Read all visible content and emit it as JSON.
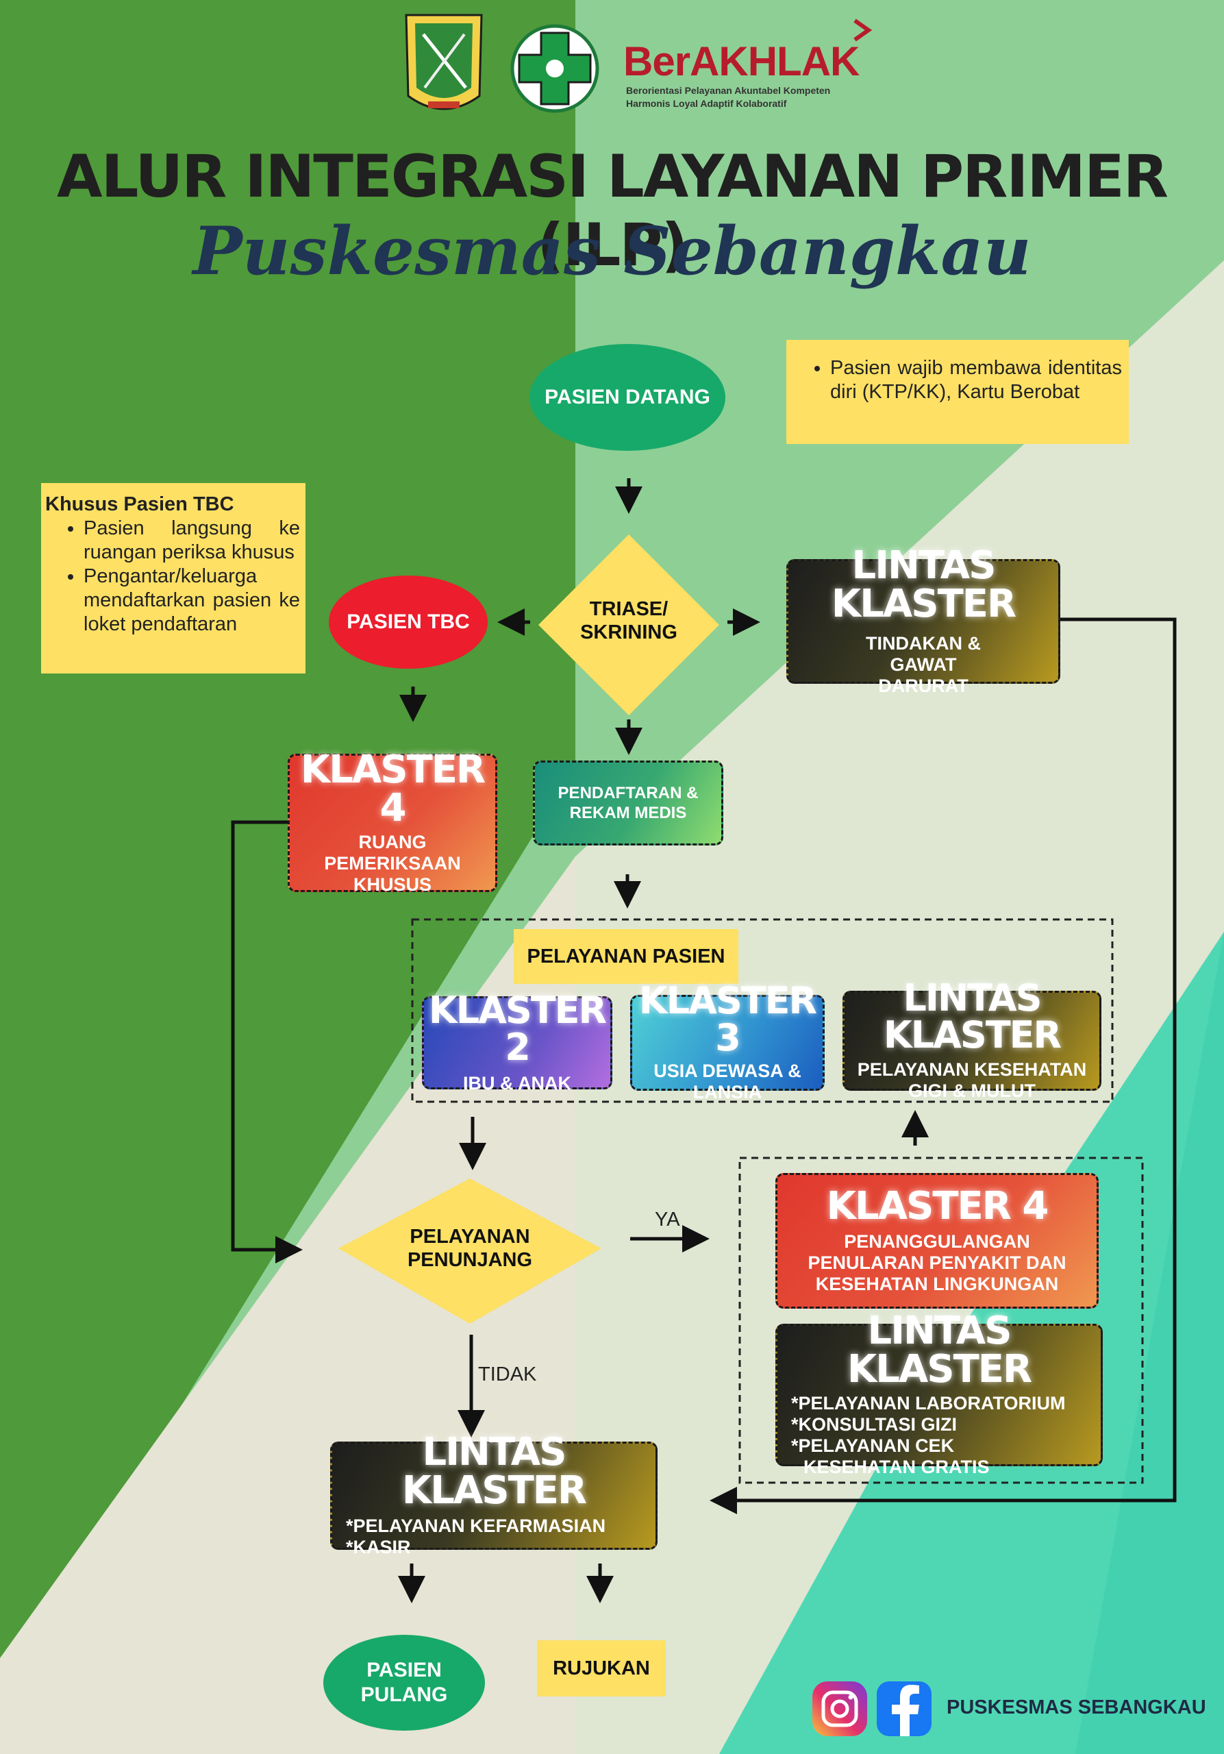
{
  "header": {
    "brand": "BerAKHLAK",
    "brand_tagline_1": "Berorientasi Pelayanan Akuntabel Kompeten",
    "brand_tagline_2": "Harmonis Loyal Adaptif Kolaboratif",
    "title": "ALUR INTEGRASI LAYANAN PRIMER (ILP)",
    "subtitle": "Puskesmas Sebangkau"
  },
  "nodes": {
    "pasien_datang": "PASIEN DATANG",
    "note_identitas": "Pasien wajib membawa identitas diri (KTP/KK), Kartu Berobat",
    "tbc_note": {
      "heading": "Khusus Pasien TBC",
      "items": [
        "Pasien langsung ke ruangan periksa khusus",
        "Pengantar/keluarga mendaftarkan pasien ke loket pendaftaran"
      ]
    },
    "triase": "TRIASE/ SKRINING",
    "pasien_tbc": "PASIEN TBC",
    "lintas_ugd": {
      "title": "LINTAS KLASTER",
      "sub": "TINDAKAN & GAWAT DARURAT"
    },
    "klaster4_khusus": {
      "title": "KLASTER 4",
      "sub": "RUANG PEMERIKSAAN KHUSUS"
    },
    "pendaftaran": "PENDAFTARAN & REKAM MEDIS",
    "pelayanan_pasien": "PELAYANAN PASIEN",
    "klaster2": {
      "title": "KLASTER 2",
      "sub": "IBU & ANAK"
    },
    "klaster3": {
      "title": "KLASTER 3",
      "sub": "USIA DEWASA & LANSIA"
    },
    "lintas_gigi": {
      "title": "LINTAS KLASTER",
      "sub": "PELAYANAN KESEHATAN GIGI & MULUT"
    },
    "pelayanan_penunjang": "PELAYANAN PENUNJANG",
    "ya": "YA",
    "tidak": "TIDAK",
    "klaster4_p2": {
      "title": "KLASTER 4",
      "sub": "PENANGGULANGAN PENULARAN PENYAKIT DAN KESEHATAN LINGKUNGAN"
    },
    "lintas_lab": {
      "title": "LINTAS KLASTER",
      "lines": [
        "*PELAYANAN LABORATORIUM",
        "*KONSULTASI GIZI",
        "*PELAYANAN CEK",
        "KESEHATAN GRATIS"
      ]
    },
    "lintas_farmasi": {
      "title": "LINTAS KLASTER",
      "lines": [
        "*PELAYANAN KEFARMASIAN",
        "*KASIR"
      ]
    },
    "pasien_pulang": "PASIEN PULANG",
    "rujukan": "RUJUKAN"
  },
  "footer": {
    "social_name": "PUSKESMAS SEBANGKAU",
    "icons": [
      "instagram-icon",
      "facebook-icon"
    ]
  },
  "colors": {
    "green_bg": "#4f9a3a",
    "mint_bg": "#4fd7b4",
    "cream_bg": "#e5e3d2",
    "yellow": "#fde064",
    "node_green": "#17a96a",
    "node_red": "#ec1d2c",
    "brand_red": "#b71c2c"
  }
}
